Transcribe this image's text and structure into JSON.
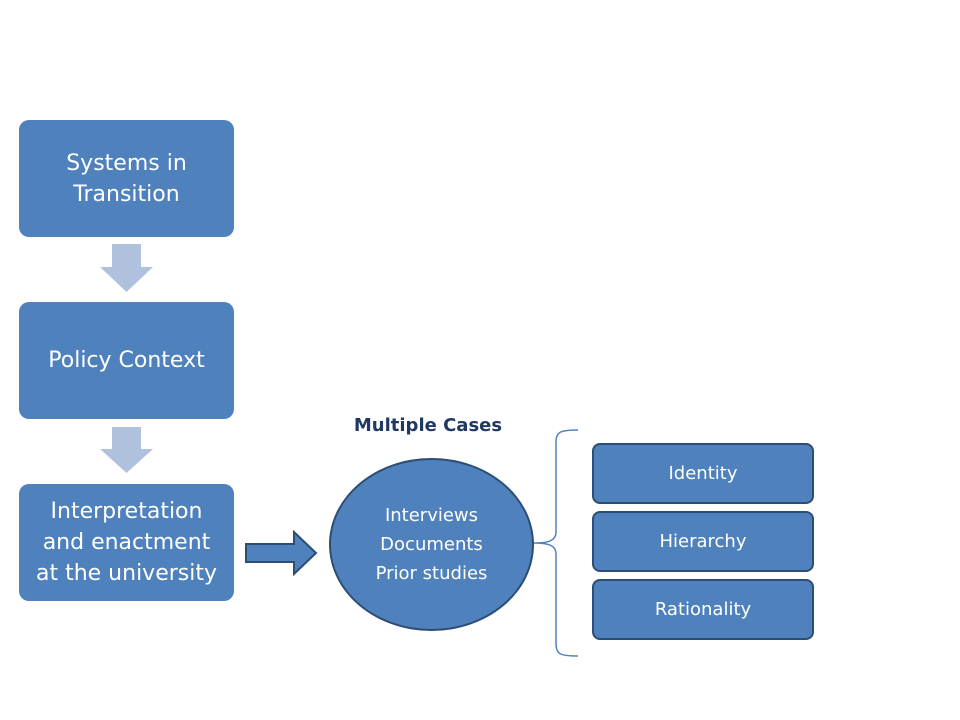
{
  "flow": {
    "step1": "Systems in\nTransition",
    "step2": "Policy Context",
    "step3": "Interpretation\nand enactment\nat the university"
  },
  "cases": {
    "title": "Multiple Cases",
    "items": [
      "Interviews",
      "Documents",
      "Prior studies"
    ]
  },
  "themes": [
    "Identity",
    "Hierarchy",
    "Rationality"
  ],
  "colors": {
    "box_fill": "#4f81bd",
    "box_border": "#2c4d75",
    "down_arrow": "#b0c1de",
    "title_text": "#1f3864"
  }
}
